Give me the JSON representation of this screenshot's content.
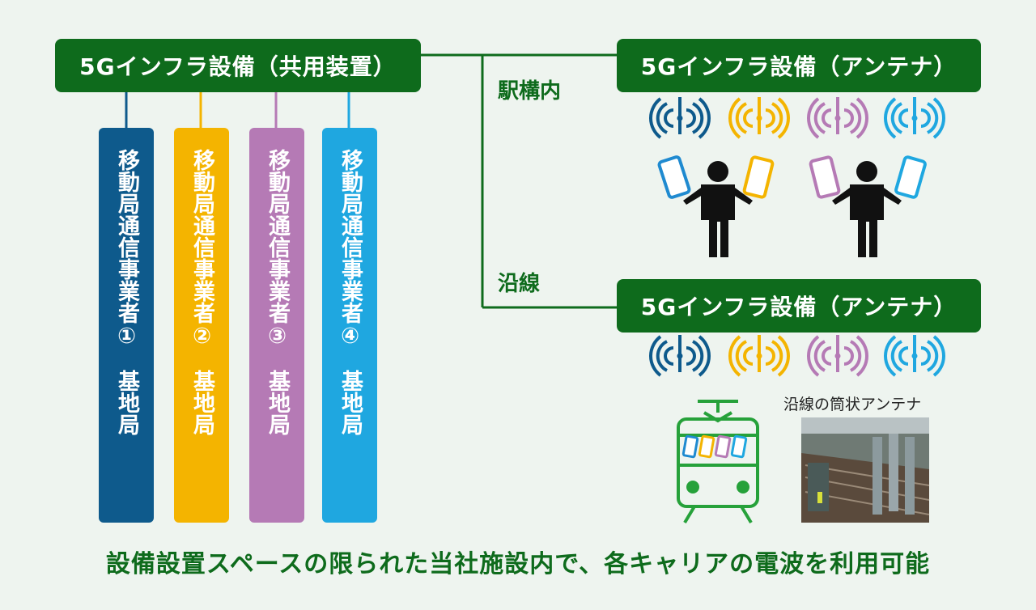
{
  "shared_box": {
    "label": "5Gインフラ設備（共用装置）"
  },
  "antenna_box_station": {
    "label": "5Gインフラ設備（アンテナ）"
  },
  "antenna_box_line": {
    "label": "5Gインフラ設備（アンテナ）"
  },
  "labels": {
    "station": "駅構内",
    "line": "沿線",
    "photo_caption": "沿線の筒状アンテナ"
  },
  "carriers": [
    {
      "text": "移動局通信事業者①",
      "base": "基地局",
      "color": "#0e5a8c"
    },
    {
      "text": "移動局通信事業者②",
      "base": "基地局",
      "color": "#f4b400"
    },
    {
      "text": "移動局通信事業者③",
      "base": "基地局",
      "color": "#b57ab5"
    },
    {
      "text": "移動局通信事業者④",
      "base": "基地局",
      "color": "#1fa7e0"
    }
  ],
  "colors": {
    "green": "#0e6b1c",
    "background": "#eef4ef"
  },
  "icons": [
    "antenna-icon",
    "person-icon",
    "smartphone-icon",
    "train-icon"
  ],
  "footer": "設備設置スペースの限られた当社施設内で、各キャリアの電波を利用可能"
}
